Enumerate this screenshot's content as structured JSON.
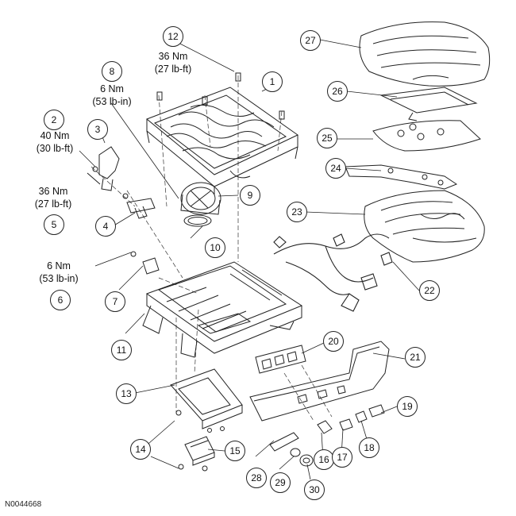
{
  "figure_id": "N0044668",
  "callouts": [
    "1",
    "2",
    "3",
    "4",
    "5",
    "6",
    "7",
    "8",
    "9",
    "10",
    "11",
    "12",
    "13",
    "14",
    "15",
    "16",
    "17",
    "18",
    "19",
    "20",
    "21",
    "22",
    "23",
    "24",
    "25",
    "26",
    "27",
    "28",
    "29",
    "30"
  ],
  "torques": {
    "item2": {
      "nm": "40 Nm",
      "imperial": "(30 lb-ft)"
    },
    "item5": {
      "nm": "36 Nm",
      "imperial": "(27 lb-ft)"
    },
    "item6": {
      "nm": "6 Nm",
      "imperial": "(53 lb-in)"
    },
    "item8": {
      "nm": "6 Nm",
      "imperial": "(53 lb-in)"
    },
    "item12": {
      "nm": "36 Nm",
      "imperial": "(27 lb-ft)"
    }
  }
}
